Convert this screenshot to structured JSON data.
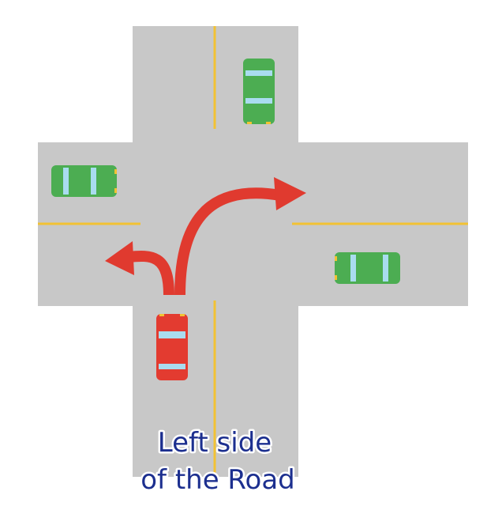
{
  "caption": {
    "line1": "Left side",
    "line2": "of the Road"
  },
  "colors": {
    "road": "#c8c8c8",
    "lane_line": "#f2c233",
    "arrow": "#e03a2f",
    "player_car": "#e33b30",
    "other_car": "#4cad52",
    "window": "#a9dcef",
    "caption_text": "#1c2f8f"
  },
  "vehicles": [
    {
      "name": "red-car",
      "color": "red",
      "heading": "north"
    },
    {
      "name": "green-car-north",
      "color": "green",
      "heading": "south"
    },
    {
      "name": "green-car-west",
      "color": "green",
      "heading": "east"
    },
    {
      "name": "green-car-east",
      "color": "green",
      "heading": "west"
    }
  ],
  "arrows": [
    {
      "name": "left-turn-arrow",
      "direction": "left"
    },
    {
      "name": "right-turn-arrow",
      "direction": "right"
    }
  ]
}
